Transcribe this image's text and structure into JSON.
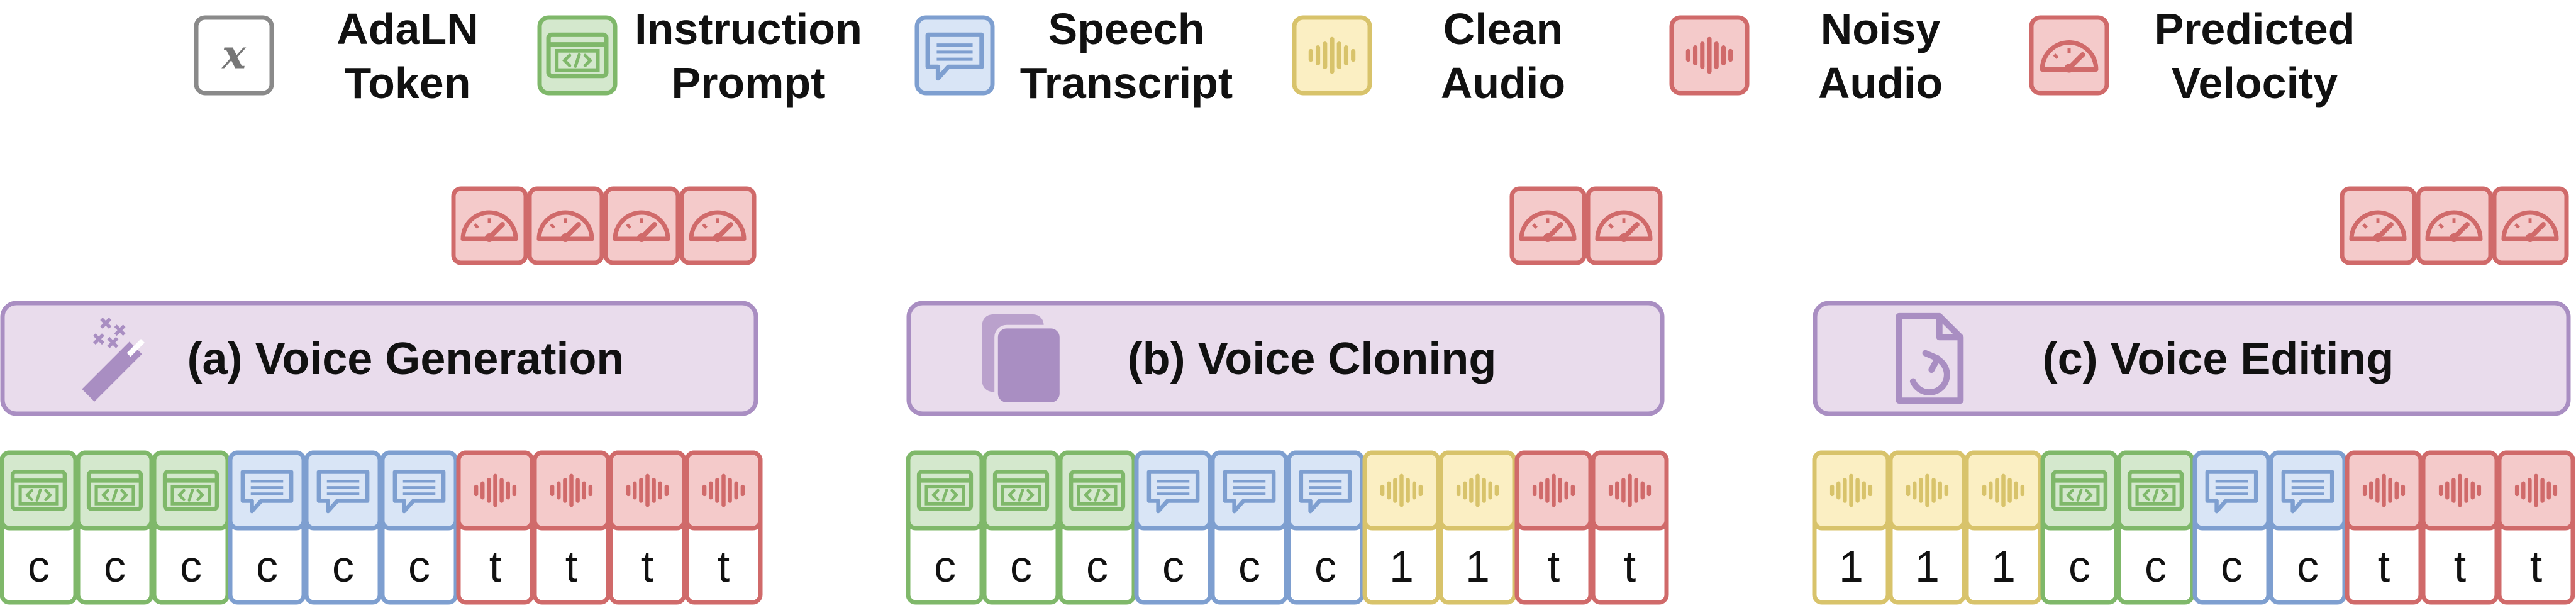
{
  "colors": {
    "adaln_stroke": "#8a8a8a",
    "adaln_fill": "#ffffff",
    "instruction_stroke": "#7fb86a",
    "instruction_fill": "#d4e8cd",
    "speech_stroke": "#7e9fd0",
    "speech_fill": "#d9e5f6",
    "clean_stroke": "#d8c36b",
    "clean_fill": "#fbefc3",
    "noisy_stroke": "#d06a6a",
    "noisy_fill": "#f4caca",
    "velocity_stroke": "#d06a6a",
    "velocity_fill": "#f4caca",
    "banner_stroke": "#a98ec2",
    "banner_fill": "#e9dcec",
    "banner_icon": "#a98ec2"
  },
  "legend": [
    {
      "type": "adaln",
      "icon": "x-token-icon",
      "lines": [
        "AdaLN",
        "Token"
      ]
    },
    {
      "type": "instruction",
      "icon": "code-window-icon",
      "lines": [
        "Instruction",
        "Prompt"
      ]
    },
    {
      "type": "speech",
      "icon": "speech-bubble-icon",
      "lines": [
        "Speech",
        "Transcript"
      ]
    },
    {
      "type": "clean",
      "icon": "waveform-icon",
      "lines": [
        "Clean",
        "Audio"
      ]
    },
    {
      "type": "noisy",
      "icon": "waveform-icon",
      "lines": [
        "Noisy",
        "Audio"
      ]
    },
    {
      "type": "velocity",
      "icon": "speedometer-icon",
      "lines": [
        "Predicted",
        "Velocity"
      ]
    }
  ],
  "panels": [
    {
      "id": "voice-generation",
      "title": "(a) Voice Generation",
      "icon": "magic-wand-icon",
      "velocity_count": 4,
      "tokens": [
        "instruction",
        "instruction",
        "instruction",
        "speech",
        "speech",
        "speech",
        "noisy",
        "noisy",
        "noisy",
        "noisy"
      ],
      "labels": [
        "c",
        "c",
        "c",
        "c",
        "c",
        "c",
        "t",
        "t",
        "t",
        "t"
      ]
    },
    {
      "id": "voice-cloning",
      "title": "(b) Voice Cloning",
      "icon": "copy-icon",
      "velocity_count": 2,
      "tokens": [
        "instruction",
        "instruction",
        "instruction",
        "speech",
        "speech",
        "speech",
        "clean",
        "clean",
        "noisy",
        "noisy"
      ],
      "labels": [
        "c",
        "c",
        "c",
        "c",
        "c",
        "c",
        "1",
        "1",
        "t",
        "t"
      ]
    },
    {
      "id": "voice-editing",
      "title": "(c) Voice Editing",
      "icon": "file-edit-icon",
      "velocity_count": 3,
      "tokens": [
        "clean",
        "clean",
        "clean",
        "instruction",
        "instruction",
        "speech",
        "speech",
        "noisy",
        "noisy",
        "noisy"
      ],
      "labels": [
        "1",
        "1",
        "1",
        "c",
        "c",
        "c",
        "c",
        "t",
        "t",
        "t"
      ]
    }
  ]
}
